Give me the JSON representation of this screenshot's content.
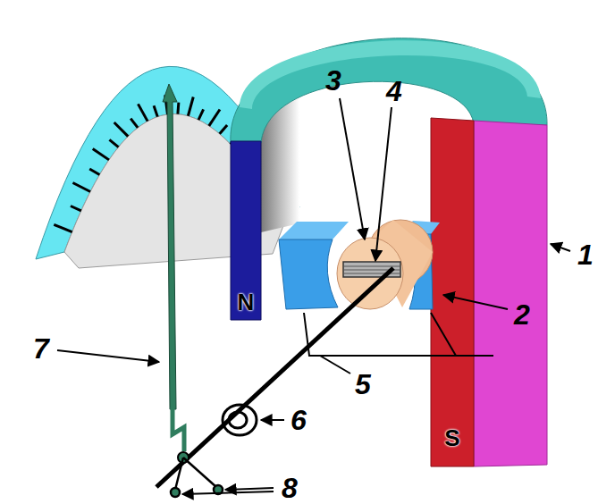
{
  "diagram": {
    "labels": [
      "1",
      "2",
      "3",
      "4",
      "5",
      "6",
      "7",
      "8",
      "N",
      "S"
    ]
  }
}
